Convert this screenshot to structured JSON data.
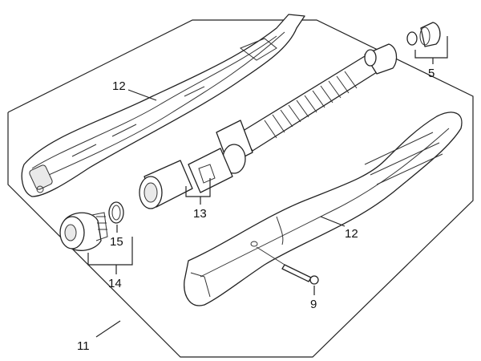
{
  "diagram": {
    "callouts": {
      "c5": "5",
      "c9": "9",
      "c11": "11",
      "c12_top": "12",
      "c12_bottom": "12",
      "c13": "13",
      "c14": "14",
      "c15": "15"
    },
    "colors": {
      "line": "#222222",
      "fill": "#ffffff",
      "shade": "#e9e9e9"
    }
  }
}
